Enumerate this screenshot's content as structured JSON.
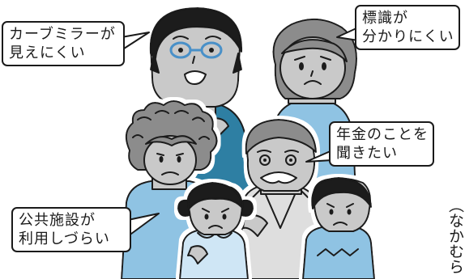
{
  "speech_bubbles": {
    "curve_mirror": [
      "カーブミラーが",
      "見えにくい"
    ],
    "signs": [
      "標識が",
      "分かりにくい"
    ],
    "pension": [
      "年金のことを",
      "聞きたい"
    ],
    "facilities": [
      "公共施設が",
      "利用しづらい"
    ]
  },
  "vertical_caption": [
    "（な",
    "か",
    "む",
    "ら"
  ],
  "palette": {
    "outline": "#1a1a1a",
    "face_gray": "#c9c9c9",
    "dark_gray_hair": "#8c8c8c",
    "light_gray": "#dedede",
    "teal_shirt": "#2d7fa3",
    "light_blue": "#8fc3e3",
    "baby_blue": "#cfe6f5",
    "glasses": "#4a90c8"
  }
}
